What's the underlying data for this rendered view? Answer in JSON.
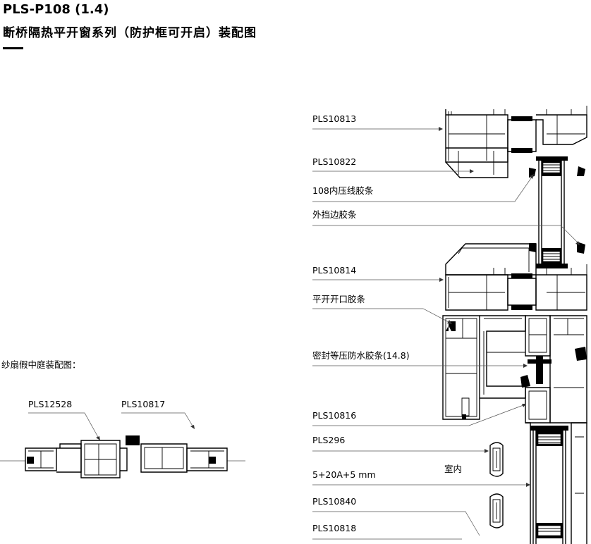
{
  "header": {
    "title_line1": "PLS-P108 (1.4)",
    "title_line2": "断桥隔热平开窗系列（防护框可开启）装配图"
  },
  "screen_section": {
    "caption": "纱扇假中庭装配图：",
    "labels": [
      "PLS12528",
      "PLS10817"
    ]
  },
  "callouts": [
    "PLS10813",
    "PLS10822",
    "108内压线胶条",
    "外挡边胶条",
    "PLS10814",
    "平开开口胶条",
    "密封等压防水胶条(14.8)",
    "PLS10816",
    "PLS296",
    "5+20A+5 mm",
    "PLS10840",
    "PLS10818"
  ],
  "indoor_label": "室内"
}
